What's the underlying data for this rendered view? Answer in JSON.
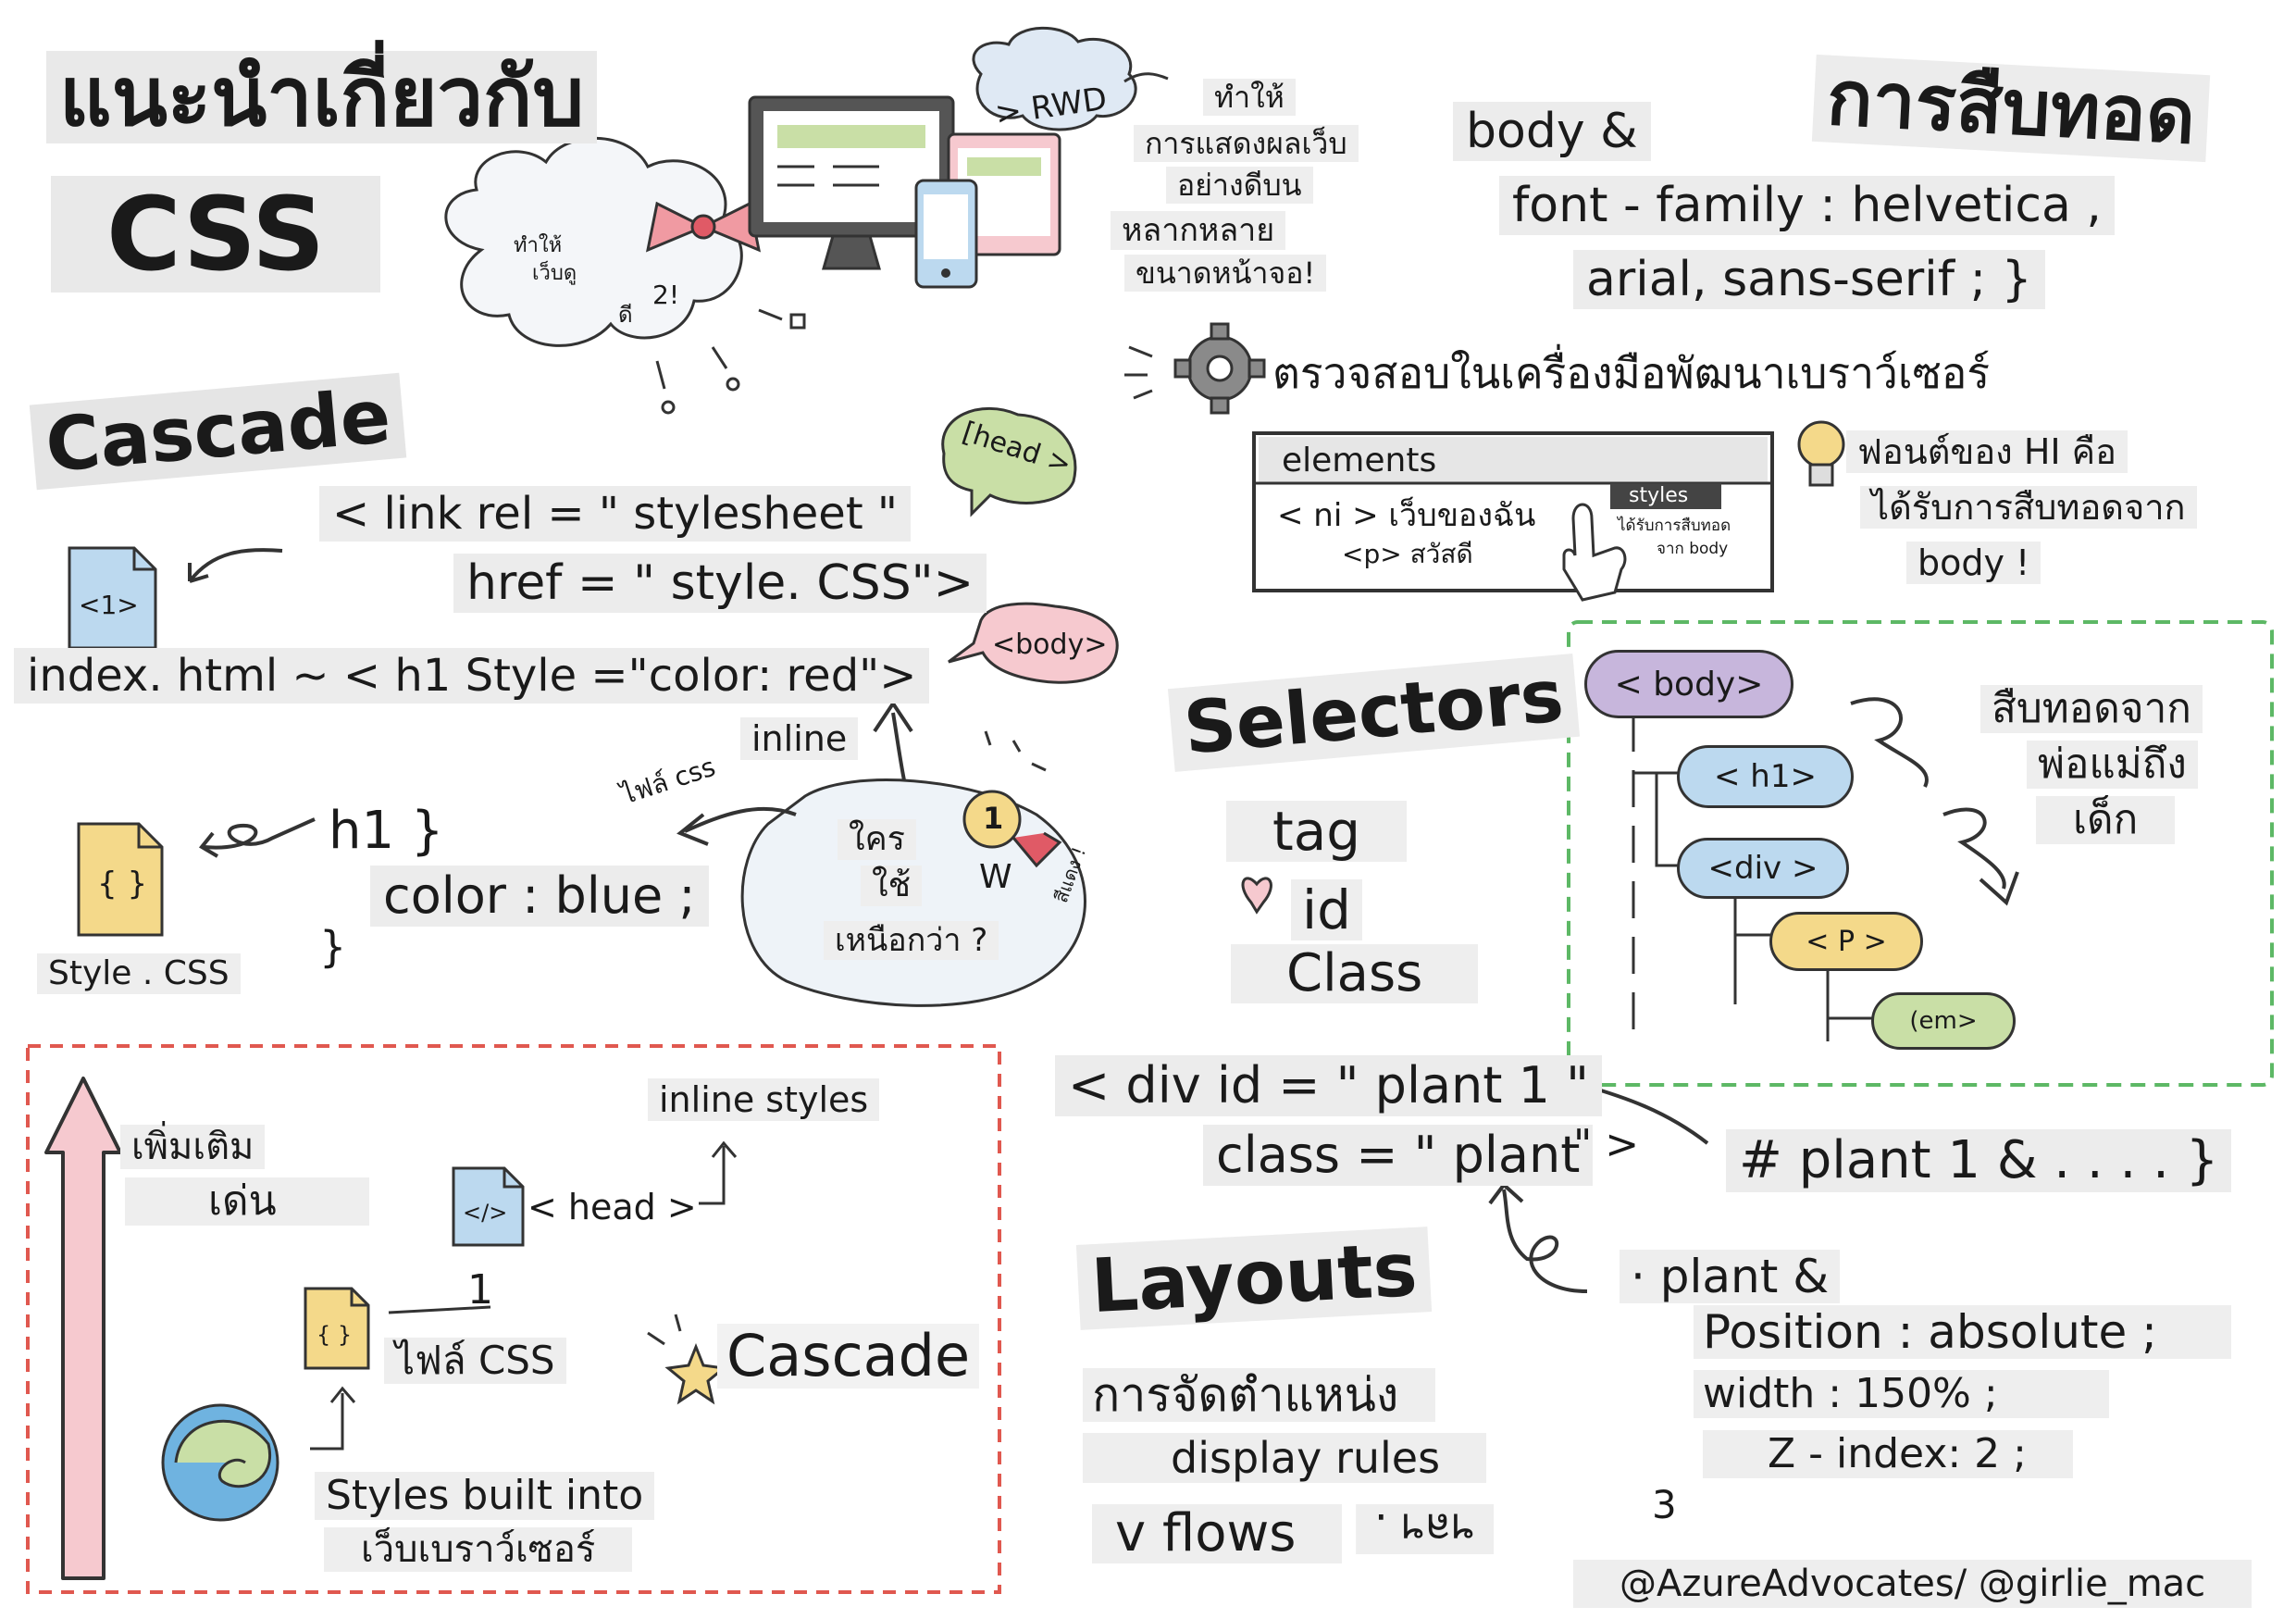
{
  "title": {
    "line1": "แนะนำเกี่ยวกับ",
    "line2": "CSS"
  },
  "intro": {
    "cloud_line1": "ทำให้",
    "cloud_line2": "เว็บดู",
    "cloud_line3": "ดี",
    "cloud_line4": "2!",
    "rwd_label": "> RWD",
    "rwd_desc": [
      "ทำให้",
      "การแสดงผลเว็บ",
      "อย่างดีบน",
      "หลากหลาย",
      "ขนาดหน้าจอ!"
    ]
  },
  "inheritance": {
    "title": "การสืบทอด",
    "code": [
      "body &",
      "font - family : helvetica ,",
      "arial, sans-serif ; }"
    ],
    "devtools_title": "ตรวจสอบในเครื่องมือพัฒนาเบราว์เซอร์",
    "panel_tab": "elements",
    "panel_row1": "< ni > เว็บของฉัน",
    "panel_row2": "<p> สวัสดี",
    "panel_styles": "styles",
    "panel_inherit1": "ได้รับการสืบทอด",
    "panel_inherit2": "จาก body",
    "font_note": [
      "ฟอนต์ของ HI คือ",
      "ได้รับการสืบทอดจาก",
      "body !"
    ]
  },
  "cascade": {
    "title": "Cascade",
    "link_line1": "< link rel = \" stylesheet \"",
    "link_line2": "href = \" style. CSS\">",
    "head_tag": "[head >",
    "file_h1": "<1>",
    "inline_line": "index. html ~ < h1 Style =\"color: red\">",
    "body_tag": "<body>",
    "inline_label": "inline",
    "css_file_label": "ไฟล์ css",
    "who_wins": [
      "ใคร",
      "ใช้",
      "เหนือกว่า ?"
    ],
    "winner_label": "W",
    "red_label": "สีแดง !",
    "medal_number": "1",
    "rule_selector": "h1 }",
    "rule_decl": "color : blue ;",
    "rule_close": "}",
    "style_file_label": "Style . CSS",
    "braces": "{ }"
  },
  "priority": {
    "more_label": "เพิ่มเติม",
    "prominent_label": "เด่น",
    "inline_styles": "inline styles",
    "head_label": "< head >",
    "head_icon": "</>",
    "number_one": "1",
    "css_file": "ไฟล์ CSS",
    "braces": "{ }",
    "cascade_label": "Cascade",
    "browser_line1": "Styles built into",
    "browser_line2": "เว็บเบราว์เซอร์"
  },
  "selectors": {
    "title": "Selectors",
    "items": [
      "tag",
      "id",
      "Class"
    ],
    "html_line1": "< div id = \" plant 1 \"",
    "html_line2": "class = \" plant",
    "html_close": "\" >",
    "id_rule": "# plant 1 & . . . . }",
    "class_rule": [
      "· plant &",
      "Position : absolute ;",
      "width : 150% ;",
      "Z - index: 2 ;",
      "3"
    ]
  },
  "tree": {
    "nodes": [
      "< body>",
      "< h1>",
      "<div >",
      "< P >",
      "(em>"
    ],
    "note": [
      "สืบทอดจาก",
      "พ่อแม่ถึง",
      "เด็ก"
    ]
  },
  "layouts": {
    "title": "Layouts",
    "items": [
      "การจัดตำแหน่ง",
      "display rules",
      "v flows",
      "ฯลฯ ."
    ]
  },
  "credit": "@AzureAdvocates/ @girlie_mac",
  "colors": {
    "red_box": "#e0584f",
    "green_box": "#5db865",
    "purple": "#c7b6dc",
    "blue": "#bcd9ef",
    "yellow": "#f4d98a",
    "green": "#c9dfa6",
    "pink": "#f6c9cf"
  }
}
